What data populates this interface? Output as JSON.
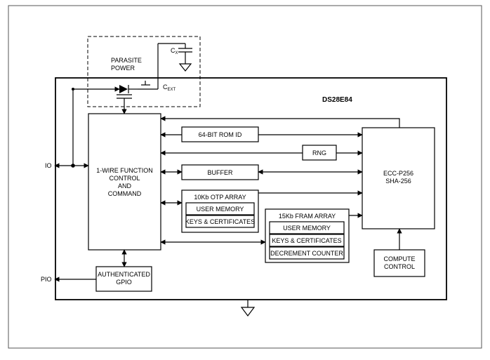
{
  "chip": {
    "name": "DS28E84"
  },
  "parasite": {
    "line1": "PARASITE",
    "line2": "POWER",
    "cx": "C",
    "cx_sub": "X",
    "cext": "C",
    "cext_sub": "EXT"
  },
  "pins": {
    "io": "IO",
    "pio": "PIO"
  },
  "blocks": {
    "onewire": [
      "1-WIRE FUNCTION",
      "CONTROL",
      "AND",
      "COMMAND"
    ],
    "rom_id": "64-BIT ROM ID",
    "rng": "RNG",
    "buffer": "BUFFER",
    "otp_title": "10Kb OTP ARRAY",
    "otp_items": [
      "USER MEMORY",
      "KEYS & CERTIFICATES"
    ],
    "fram_title": "15Kb FRAM ARRAY",
    "fram_items": [
      "USER MEMORY",
      "KEYS & CERTIFICATES",
      "DECREMENT COUNTER"
    ],
    "crypto": [
      "ECC-P256",
      "SHA-256"
    ],
    "compute": [
      "COMPUTE",
      "CONTROL"
    ],
    "gpio": [
      "AUTHENTICATED",
      "GPIO"
    ]
  }
}
